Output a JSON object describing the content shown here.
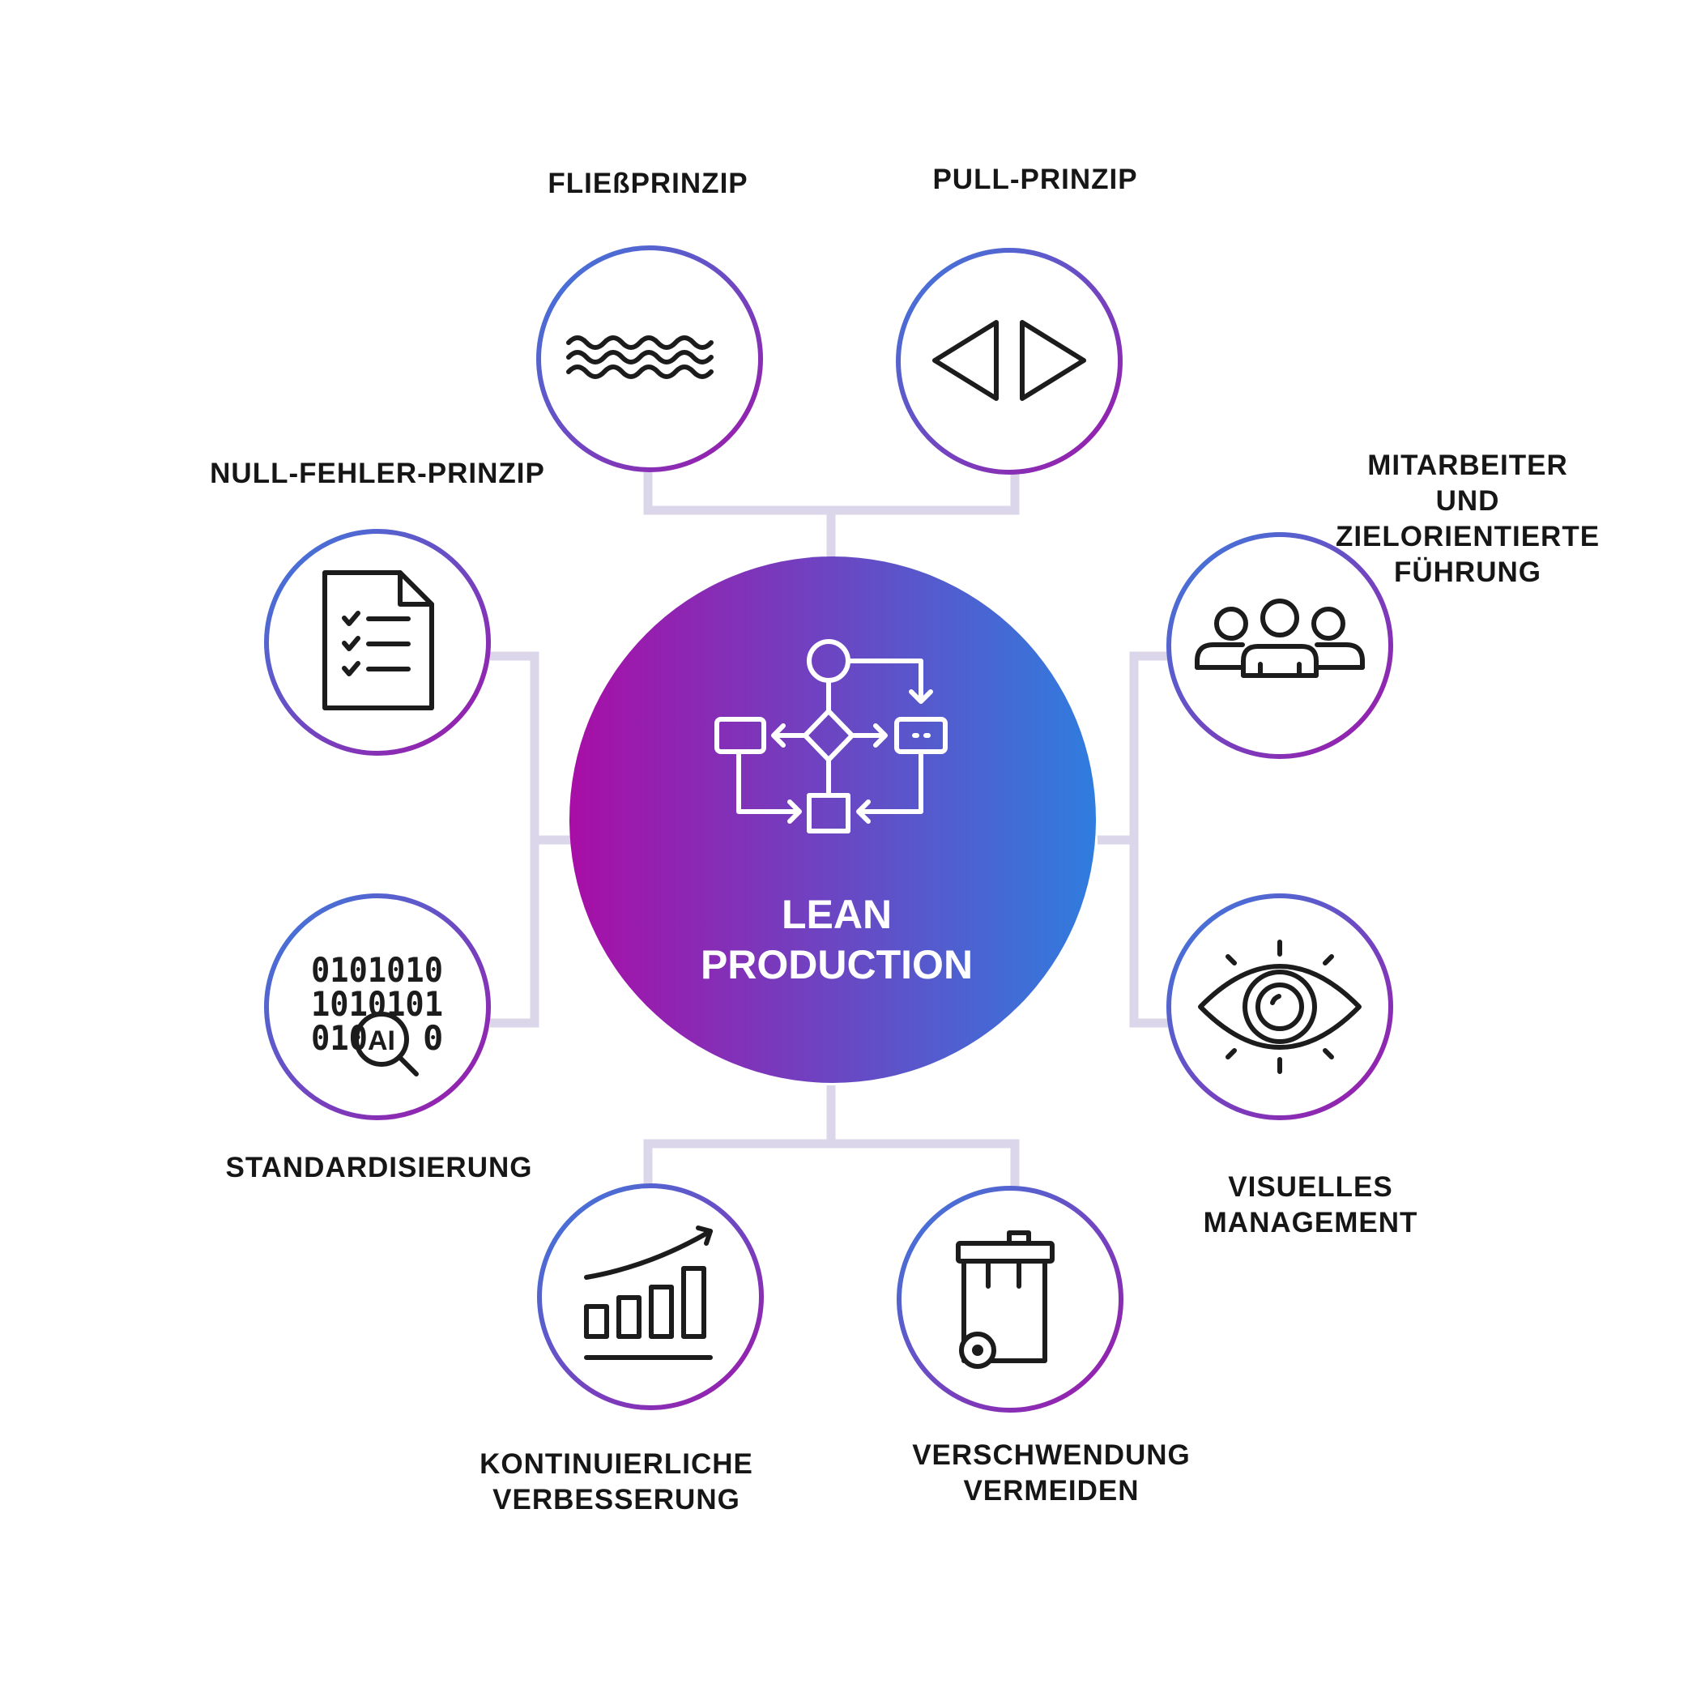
{
  "center": {
    "title_line1": "LEAN",
    "title_line2": "PRODUCTION",
    "icon": "flowchart-icon"
  },
  "colors": {
    "connector": "#dcd6ea",
    "gradient_start": "#3b7ddd",
    "gradient_end": "#a016a8",
    "center_left": "#a80ea6",
    "center_right": "#2f7ddf",
    "icon_stroke": "#1c1c1c"
  },
  "nodes": [
    {
      "id": "fliessprinzip",
      "label": "FLIEßPRINZIP",
      "icon": "waves-icon"
    },
    {
      "id": "pull-prinzip",
      "label": "PULL-PRINZIP",
      "icon": "pull-arrows-icon"
    },
    {
      "id": "mitarbeiter",
      "label": "MITARBEITER UND\nZIELORIENTIERTE\nFÜHRUNG",
      "icon": "team-icon"
    },
    {
      "id": "visuelles-management",
      "label": "VISUELLES\nMANAGEMENT",
      "icon": "eye-icon"
    },
    {
      "id": "verschwendung",
      "label": "VERSCHWENDUNG\nVERMEIDEN",
      "icon": "trash-bin-icon"
    },
    {
      "id": "kontinuierliche",
      "label": "KONTINUIERLICHE\nVERBESSERUNG",
      "icon": "growth-chart-icon"
    },
    {
      "id": "standardisierung",
      "label": "STANDARDISIERUNG",
      "icon": "binary-ai-icon"
    },
    {
      "id": "null-fehler",
      "label": "NULL-FEHLER-PRINZIP",
      "icon": "checklist-icon"
    }
  ],
  "binary_rows": [
    "0101010",
    "1010101",
    "010",
    "0"
  ],
  "ai_text": "AI"
}
